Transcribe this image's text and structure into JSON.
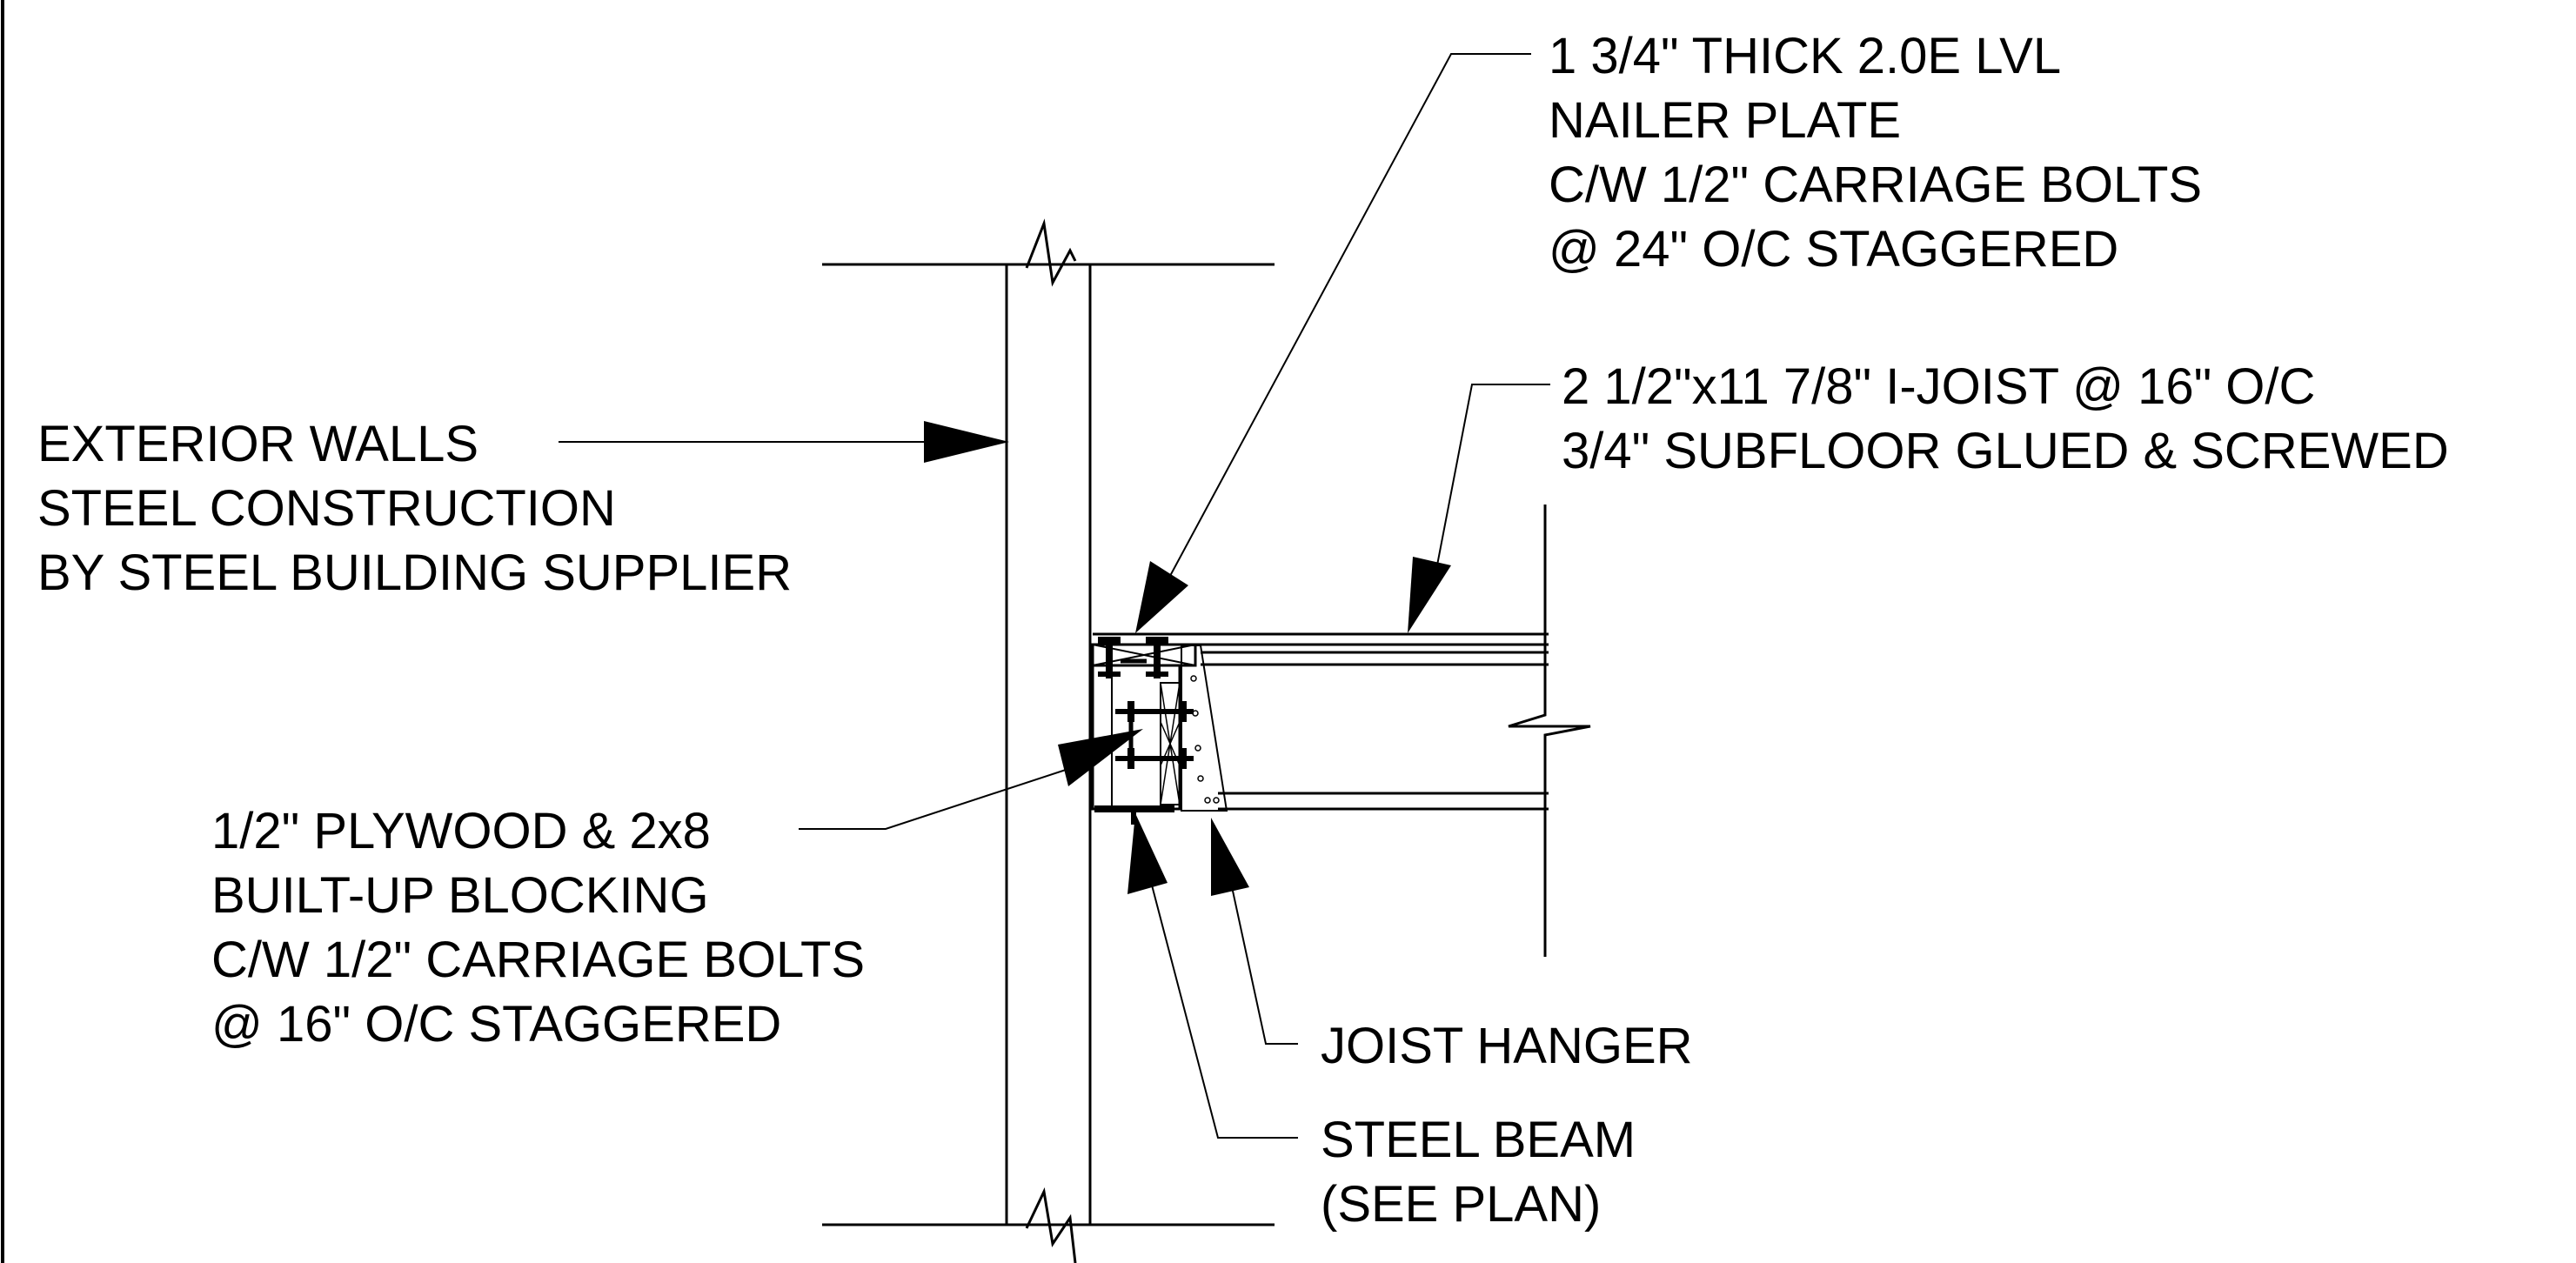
{
  "labels": {
    "lvl_nailer": [
      "1 3/4\" THICK 2.0E LVL",
      "NAILER PLATE",
      "C/W 1/2\" CARRIAGE BOLTS",
      "@ 24\" O/C STAGGERED"
    ],
    "i_joist": [
      "2 1/2\"x11 7/8\" I-JOIST @ 16\" O/C",
      "3/4\" SUBFLOOR GLUED & SCREWED"
    ],
    "exterior_walls": [
      "EXTERIOR WALLS",
      "STEEL CONSTRUCTION",
      "BY STEEL BUILDING SUPPLIER"
    ],
    "blocking": [
      "1/2\" PLYWOOD & 2x8",
      "BUILT-UP BLOCKING",
      "C/W 1/2\" CARRIAGE BOLTS",
      "@ 16\" O/C STAGGERED"
    ],
    "joist_hanger": [
      "JOIST HANGER"
    ],
    "steel_beam": [
      "STEEL BEAM",
      "(SEE PLAN)"
    ]
  },
  "colors": {
    "line": "#000000",
    "background": "#ffffff"
  }
}
